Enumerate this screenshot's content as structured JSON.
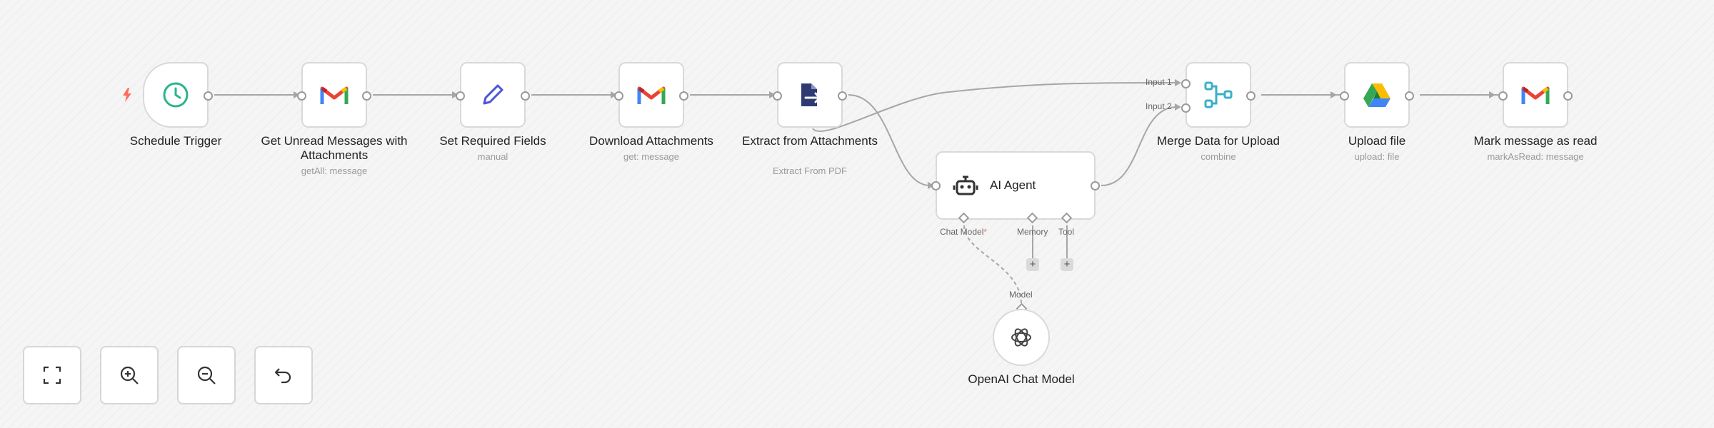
{
  "workflow": {
    "nodes": [
      {
        "label": "Schedule Trigger",
        "sub": "",
        "icon": "clock-icon"
      },
      {
        "label": "Get Unread Messages with Attachments",
        "sub": "getAll: message",
        "icon": "gmail-icon"
      },
      {
        "label": "Set Required Fields",
        "sub": "manual",
        "icon": "pencil-icon"
      },
      {
        "label": "Download Attachments",
        "sub": "get: message",
        "icon": "gmail-icon"
      },
      {
        "label": "Extract from Attachments",
        "sub": "Extract From PDF",
        "icon": "file-export-icon"
      },
      {
        "label": "Merge Data for Upload",
        "sub": "combine",
        "icon": "merge-icon"
      },
      {
        "label": "Upload file",
        "sub": "upload: file",
        "icon": "google-drive-icon"
      },
      {
        "label": "Mark message as read",
        "sub": "markAsRead: message",
        "icon": "gmail-icon"
      }
    ],
    "merge_inputs": [
      "Input 1",
      "Input 2"
    ],
    "agent": {
      "title": "AI Agent",
      "icon": "robot-icon",
      "chat_model_label": "Chat Model",
      "chat_model_required": "*",
      "memory_label": "Memory",
      "tool_label": "Tool",
      "add_symbol": "+"
    },
    "model_node": {
      "port_label": "Model",
      "label": "OpenAI Chat Model",
      "icon": "openai-icon"
    }
  },
  "controls": [
    {
      "name": "fit-view-button",
      "icon": "expand-icon"
    },
    {
      "name": "zoom-in-button",
      "icon": "zoom-in-icon"
    },
    {
      "name": "zoom-out-button",
      "icon": "zoom-out-icon"
    },
    {
      "name": "reset-zoom-button",
      "icon": "undo-icon"
    }
  ],
  "colors": {
    "trigger_bolt": "#ff6d5a",
    "clock": "#2bb58b",
    "pencil": "#4b55d8",
    "pdf": "#2f3a73",
    "merge": "#3ab0c9",
    "wire": "#a6a6a6"
  }
}
